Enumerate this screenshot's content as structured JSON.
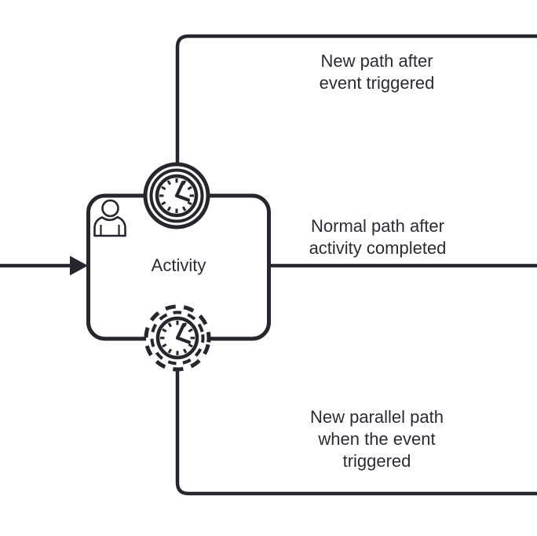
{
  "colors": {
    "stroke": "#26272e",
    "text": "#2b2c33",
    "background": "#ffffff"
  },
  "activity": {
    "label": "Activity",
    "icon": "user-icon",
    "type": "user-task"
  },
  "events": {
    "top": {
      "name": "timer-boundary-event-interrupting",
      "icon": "timer-clock-icon",
      "border_style": "solid"
    },
    "bottom": {
      "name": "timer-boundary-event-non-interrupting",
      "icon": "timer-clock-icon",
      "border_style": "dashed"
    }
  },
  "labels": {
    "top_path": {
      "line1": "New path after",
      "line2": "event triggered"
    },
    "normal_path": {
      "line1": "Normal path after",
      "line2": "activity completed"
    },
    "bottom_path": {
      "line1": "New parallel path",
      "line2": "when the event",
      "line3": "triggered"
    }
  }
}
